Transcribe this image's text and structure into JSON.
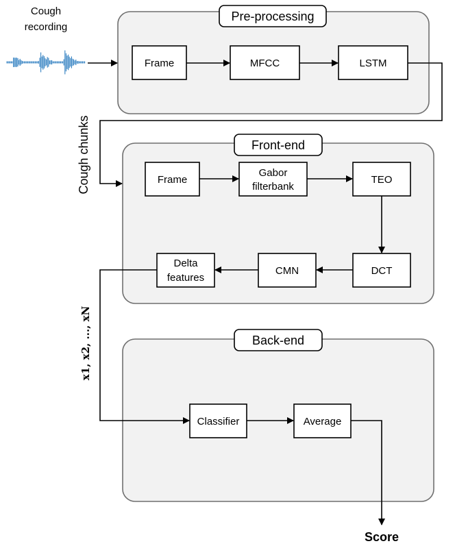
{
  "input": {
    "label_line1": "Cough",
    "label_line2": "recording",
    "waveform_color": "#2f7fc1",
    "waveform_icon": "audio-waveform-icon"
  },
  "preprocessing": {
    "title": "Pre-processing",
    "nodes": [
      "Frame",
      "MFCC",
      "LSTM"
    ]
  },
  "chunks_label": "Cough chunks",
  "frontend": {
    "title": "Front-end",
    "row1": {
      "frame": "Frame",
      "gabor_line1": "Gabor",
      "gabor_line2": "filterbank",
      "teo": "TEO"
    },
    "row2": {
      "dct": "DCT",
      "cmn": "CMN",
      "delta_line1": "Delta",
      "delta_line2": "features"
    }
  },
  "features_label": "x1, x2, ..., xN",
  "backend": {
    "title": "Back-end",
    "nodes": [
      "Classifier",
      "Average"
    ]
  },
  "output_label": "Score",
  "colors": {
    "section_fill": "#f2f2f2",
    "section_border": "#6f6f6f",
    "waveform": "#2f7fc1"
  }
}
